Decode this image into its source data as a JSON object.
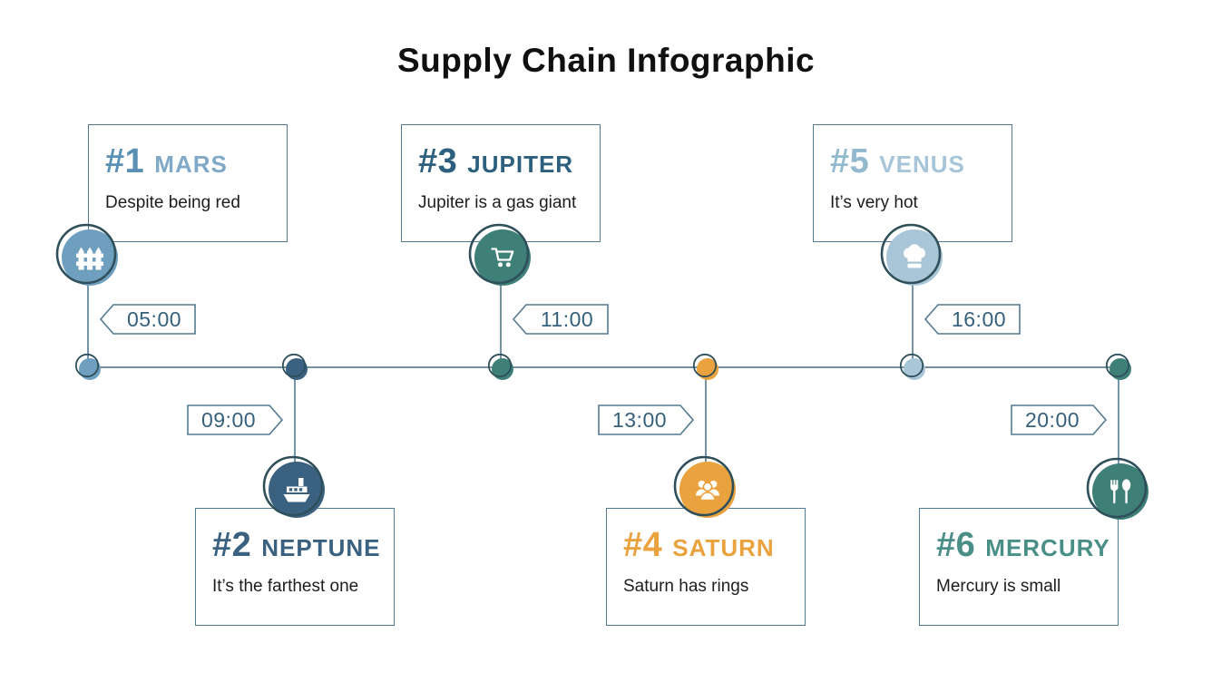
{
  "title": "Supply Chain Infographic",
  "colors": {
    "outline": "#527a92",
    "timeline": "#74909f",
    "ring": "#2f4f5a",
    "time_text": "#35607c",
    "description_text": "#1d1d1d"
  },
  "items": [
    {
      "number": "#1",
      "name": "MARS",
      "description": "Despite being red",
      "time": "05:00",
      "position": "above",
      "icon": "fence-icon",
      "color": "#6f9fbe",
      "number_color": "#5b90b5",
      "name_color": "#7fa9c6"
    },
    {
      "number": "#2",
      "name": "NEPTUNE",
      "description": "It’s the farthest one",
      "time": "09:00",
      "position": "below",
      "icon": "ship-icon",
      "color": "#3a617f",
      "number_color": "#3a617f",
      "name_color": "#3a617f"
    },
    {
      "number": "#3",
      "name": "JUPITER",
      "description": "Jupiter is a gas giant",
      "time": "11:00",
      "position": "above",
      "icon": "shopping-cart-icon",
      "color": "#3e7f78",
      "number_color": "#2d5f7e",
      "name_color": "#2d5f7e"
    },
    {
      "number": "#4",
      "name": "SATURN",
      "description": "Saturn has rings",
      "time": "13:00",
      "position": "below",
      "icon": "people-group-icon",
      "color": "#e9a23d",
      "number_color": "#e9a23d",
      "name_color": "#e9a23d"
    },
    {
      "number": "#5",
      "name": "VENUS",
      "description": "It’s very hot",
      "time": "16:00",
      "position": "above",
      "icon": "chef-hat-icon",
      "color": "#a9c6d9",
      "number_color": "#93b9cf",
      "name_color": "#a7c5d8"
    },
    {
      "number": "#6",
      "name": "MERCURY",
      "description": "Mercury is small",
      "time": "20:00",
      "position": "below",
      "icon": "cutlery-icon",
      "color": "#3e7f78",
      "number_color": "#4a8f87",
      "name_color": "#4a8f87"
    }
  ]
}
